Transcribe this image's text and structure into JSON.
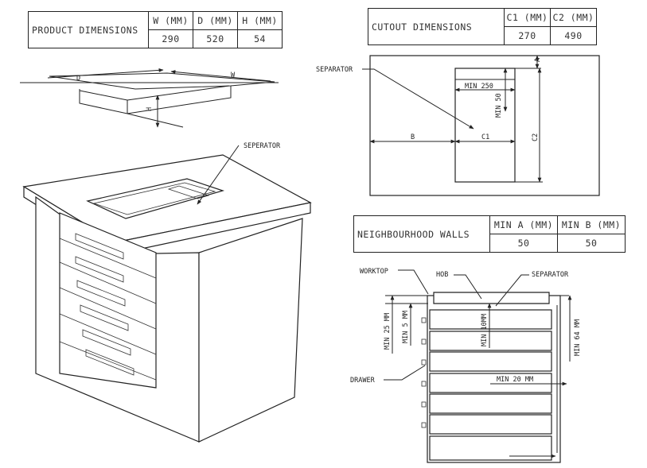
{
  "product_table": {
    "header": "PRODUCT DIMENSIONS",
    "columns": [
      "W (MM)",
      "D (MM)",
      "H (MM)"
    ],
    "values": [
      "290",
      "520",
      "54"
    ]
  },
  "cutout_table": {
    "header": "CUTOUT  DIMENSIONS",
    "columns": [
      "C1 (MM)",
      "C2 (MM)"
    ],
    "values": [
      "270",
      "490"
    ]
  },
  "walls_table": {
    "header": "NEIGHBOURHOOD WALLS",
    "columns": [
      "MIN A (MM)",
      "MIN B (MM)"
    ],
    "values": [
      "50",
      "50"
    ]
  },
  "product_sketch": {
    "d_label": "D",
    "w_label": "W",
    "h_label": "H"
  },
  "island": {
    "separator_label": "SEPERATOR"
  },
  "cutout_plan": {
    "separator_label": "SEPARATOR",
    "min_250": "MIN 250",
    "min_50": "MIN 50",
    "a_label": "A",
    "b_label": "B",
    "c1_label": "C1",
    "c2_label": "C2"
  },
  "section": {
    "worktop_label": "WORKTOP",
    "hob_label": "HOB",
    "separator_label": "SEPARATOR",
    "drawer_label": "DRAWER",
    "min_25": "MIN 25 MM",
    "min_5": "MIN 5 MM",
    "min_10": "MIN 10MM",
    "min_64": "MIN 64 MM",
    "min_20": "MIN 20 MM"
  }
}
